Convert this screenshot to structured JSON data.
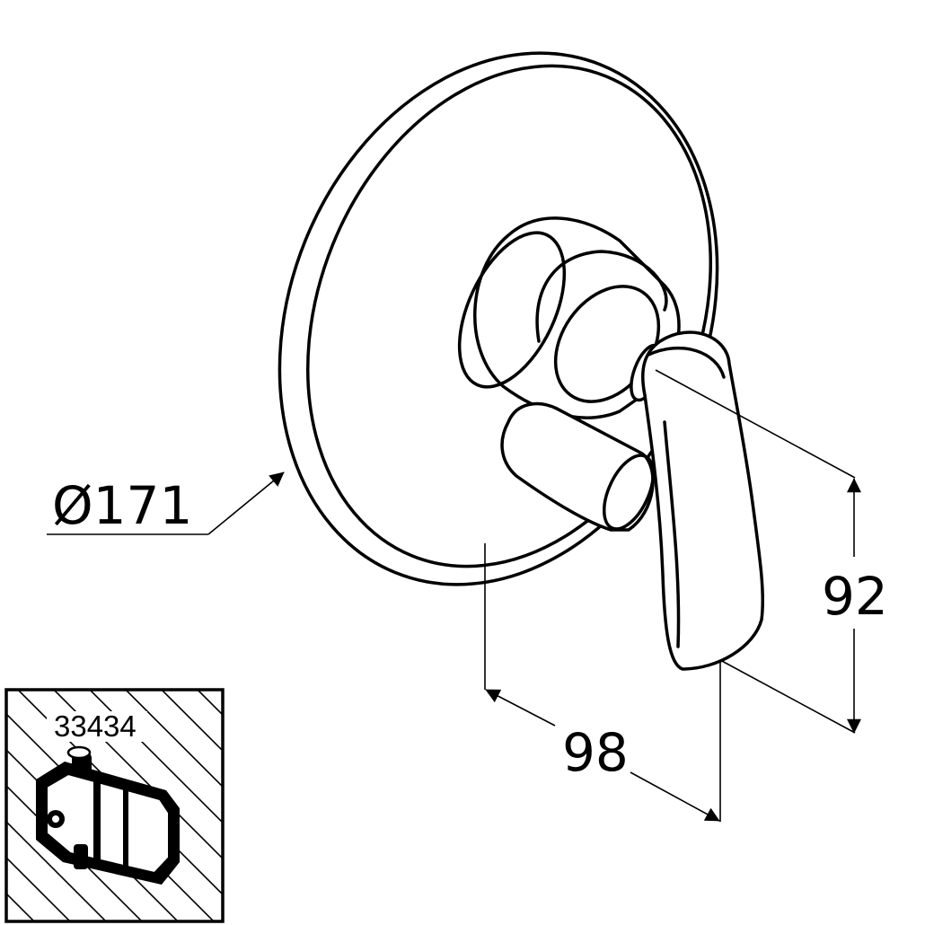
{
  "drawing": {
    "dimensions": {
      "diameter_label": "Ø171",
      "depth_label": "98",
      "height_label": "92"
    },
    "inset": {
      "part_number": "33434"
    }
  }
}
